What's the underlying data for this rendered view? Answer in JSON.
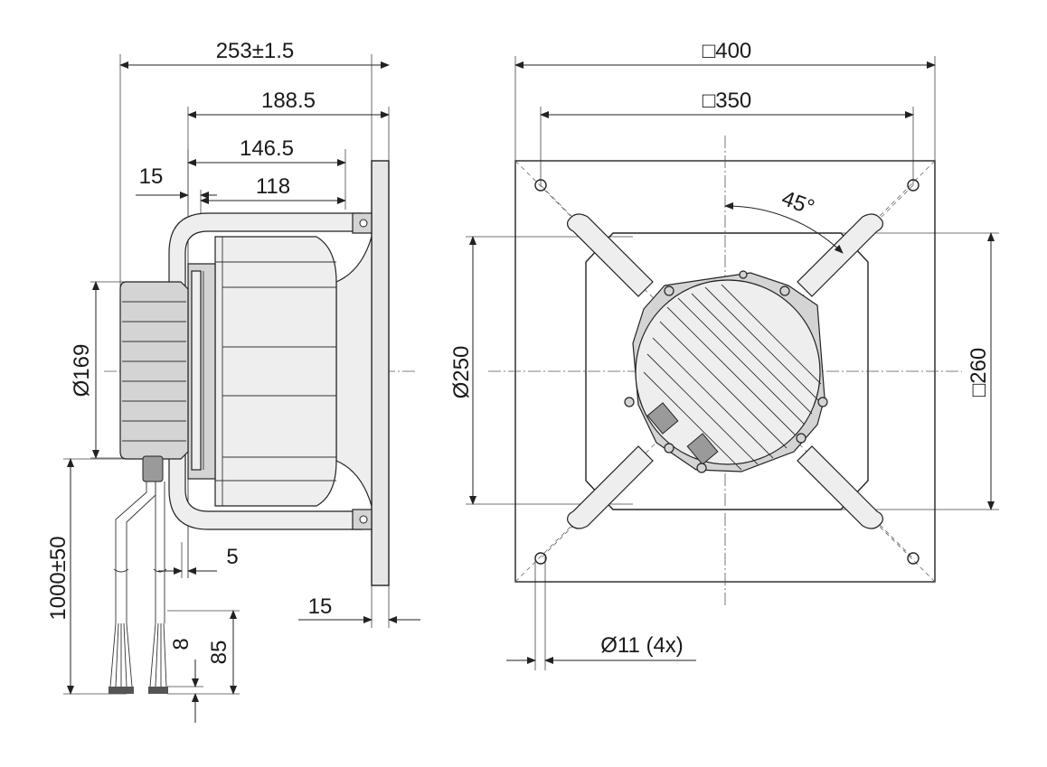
{
  "side_view": {
    "dimensions": {
      "overall_length": "253±1.5",
      "length_to_flange": "188.5",
      "length_mid": "146.5",
      "impeller_length": "118",
      "motor_offset": "15",
      "motor_diameter": "Ø169",
      "gap": "5",
      "flange_thickness": "15",
      "cable_length": "1000±50",
      "wire_strip": "8",
      "wire_end": "85"
    }
  },
  "front_view": {
    "dimensions": {
      "plate_size": "□400",
      "hole_spacing": "□350",
      "inlet_diameter": "Ø250",
      "opening_size": "□260",
      "strut_angle": "45°",
      "mount_holes": "Ø11 (4x)"
    }
  }
}
